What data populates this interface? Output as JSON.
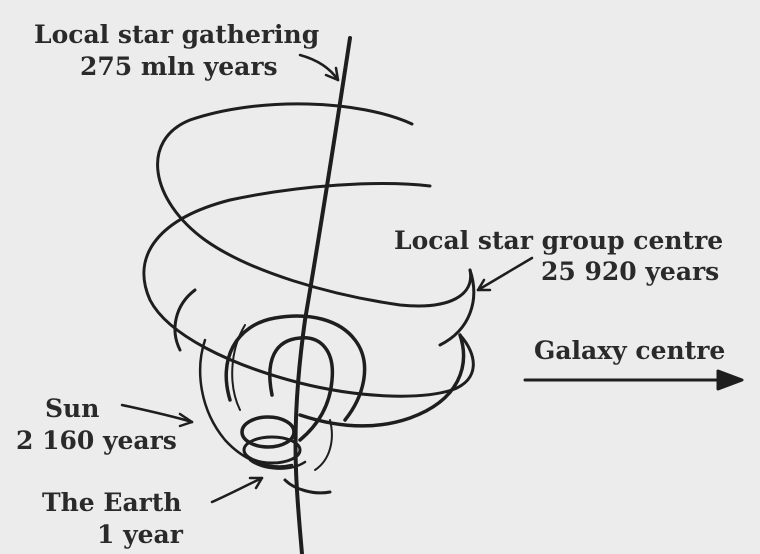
{
  "labels": {
    "local_gathering": "Local star gathering",
    "local_gathering_period": "275 mln years",
    "local_group": "Local star group centre",
    "local_group_period": "25 920 years",
    "galaxy": "Galaxy centre",
    "sun": "Sun",
    "sun_period": "2 160 years",
    "earth": "The Earth",
    "earth_period": "1 year"
  },
  "colors": {
    "ink": "#1e1e1e",
    "background": "#ececec"
  }
}
